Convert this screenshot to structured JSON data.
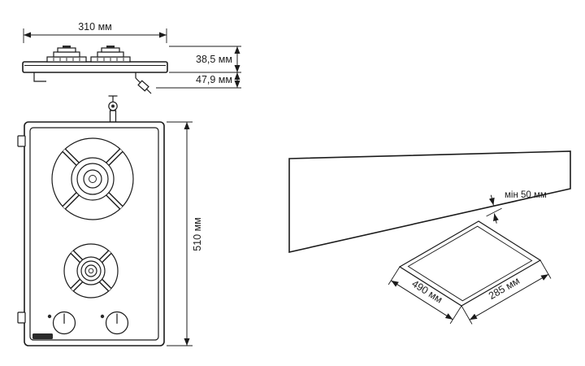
{
  "side_view": {
    "width_label": "310 мм",
    "body_height_label": "38,5 мм",
    "total_height_label": "47,9 мм"
  },
  "top_view": {
    "depth_label": "510 мм"
  },
  "installation": {
    "wall_clearance_label": "мін 50 мм",
    "cutout_depth_label": "490 мм",
    "cutout_width_label": "285 мм"
  },
  "colors": {
    "line": "#1b1b1b",
    "background": "#ffffff"
  }
}
